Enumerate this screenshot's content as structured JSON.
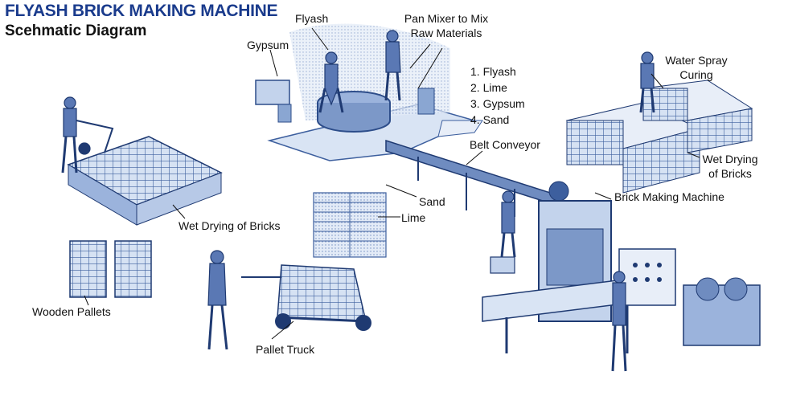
{
  "title": "FLYASH BRICK MAKING MACHINE",
  "subtitle": "Scehmatic Diagram",
  "labels": {
    "flyash": "Flyash",
    "pan_mixer_line1": "Pan Mixer to Mix",
    "pan_mixer_line2": "Raw Materials",
    "gypsum": "Gypsum",
    "water_spray_line1": "Water Spray",
    "water_spray_line2": "Curing",
    "belt_conveyor": "Belt Conveyor",
    "wet_drying_right_line1": "Wet Drying",
    "wet_drying_right_line2": "of Bricks",
    "sand": "Sand",
    "lime": "Lime",
    "brick_making_machine": "Brick Making Machine",
    "wet_drying_left": "Wet Drying of Bricks",
    "wooden_pallets": "Wooden Pallets",
    "pallet_truck": "Pallet Truck"
  },
  "materials_list": [
    "1. Flyash",
    "2. Lime",
    "3. Gypsum",
    "4. Sand"
  ],
  "colors": {
    "title": "#1a3b8c",
    "illustration": "#3d5f9e",
    "illustration_light": "#c9d8ee",
    "illustration_mid": "#8aa6d2"
  }
}
